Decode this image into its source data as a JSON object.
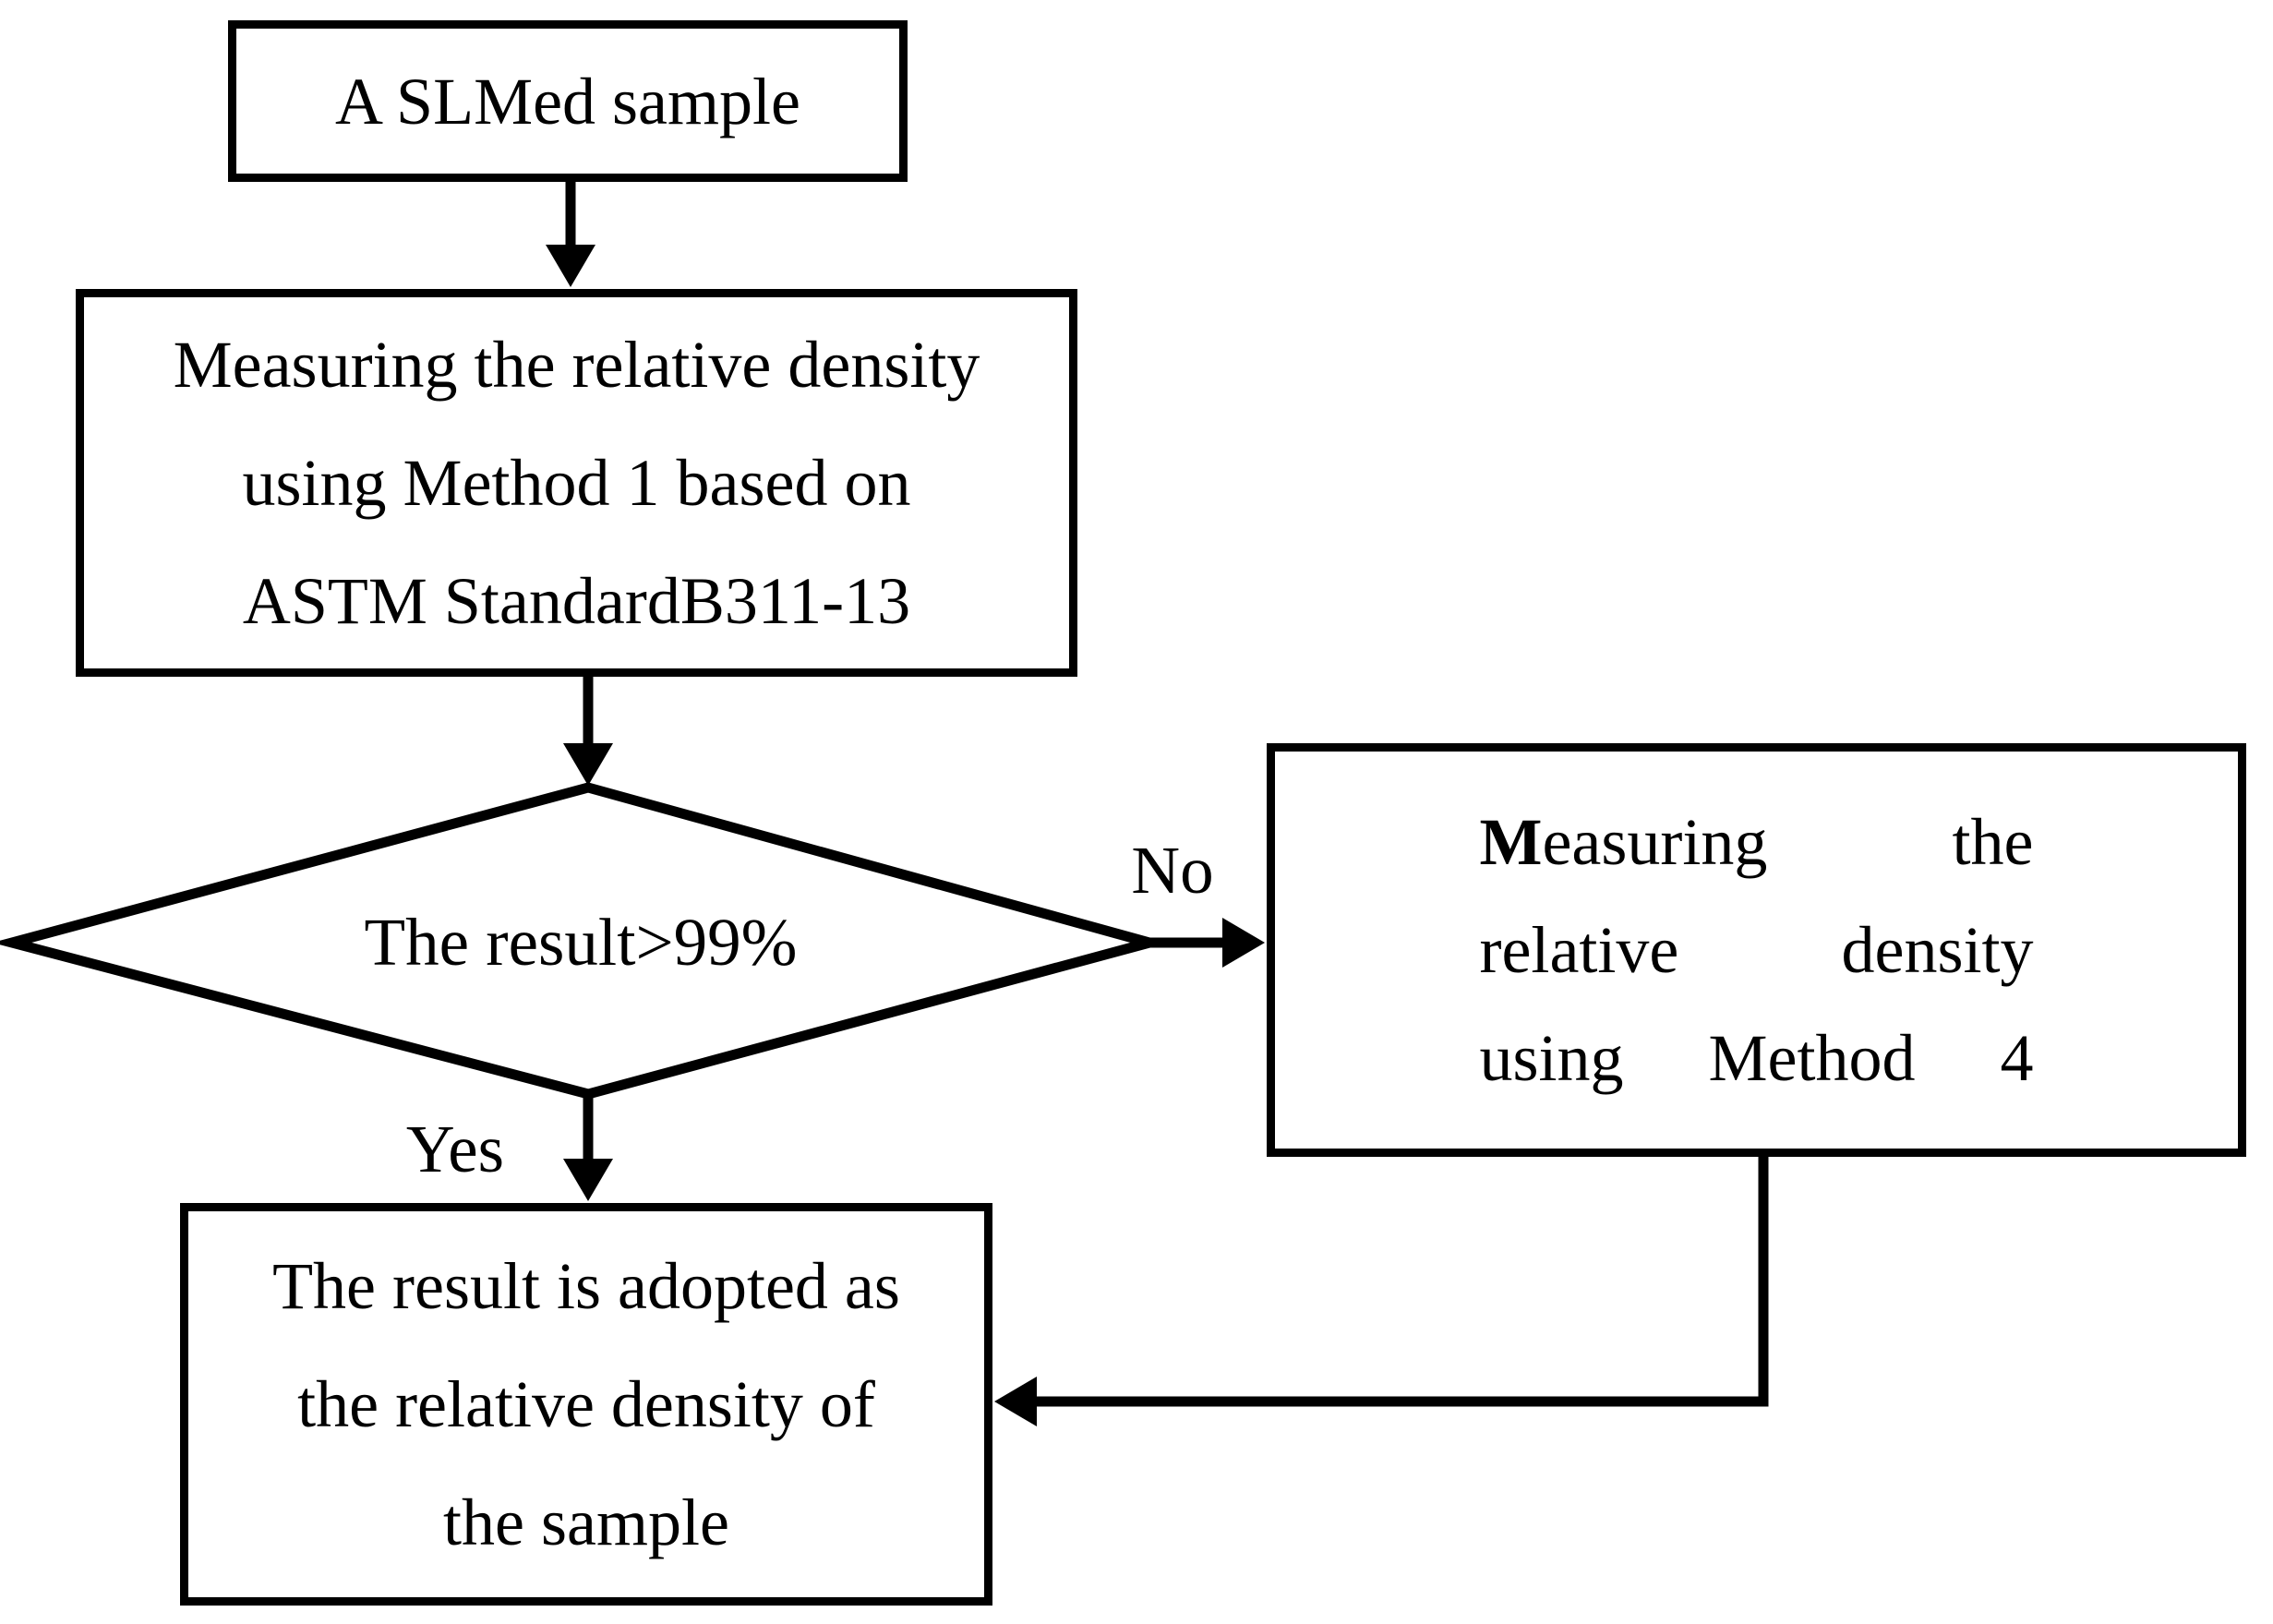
{
  "page": {
    "background_color": "#ffffff",
    "line_color": "#000000"
  },
  "nodes": {
    "start_box": {
      "text": "A SLMed sample"
    },
    "method1_box": {
      "line1": "Measuring the relative density",
      "line2": "using Method 1 based on",
      "line3": "ASTM StandardB311-13"
    },
    "decision_diamond": {
      "text": "The result>99%"
    },
    "method4_box": {
      "line1_bold": "M",
      "line1_rest": "easuring",
      "line1_word2": "the",
      "line2_word1": "relative",
      "line2_word2": "density",
      "line3_word1": "using",
      "line3_word2": "Method",
      "line3_word3": "4"
    },
    "result_box": {
      "line1": "The result is adopted as",
      "line2": "the relative density of",
      "line3": "the sample"
    }
  },
  "edge_labels": {
    "no": "No",
    "yes": "Yes"
  }
}
